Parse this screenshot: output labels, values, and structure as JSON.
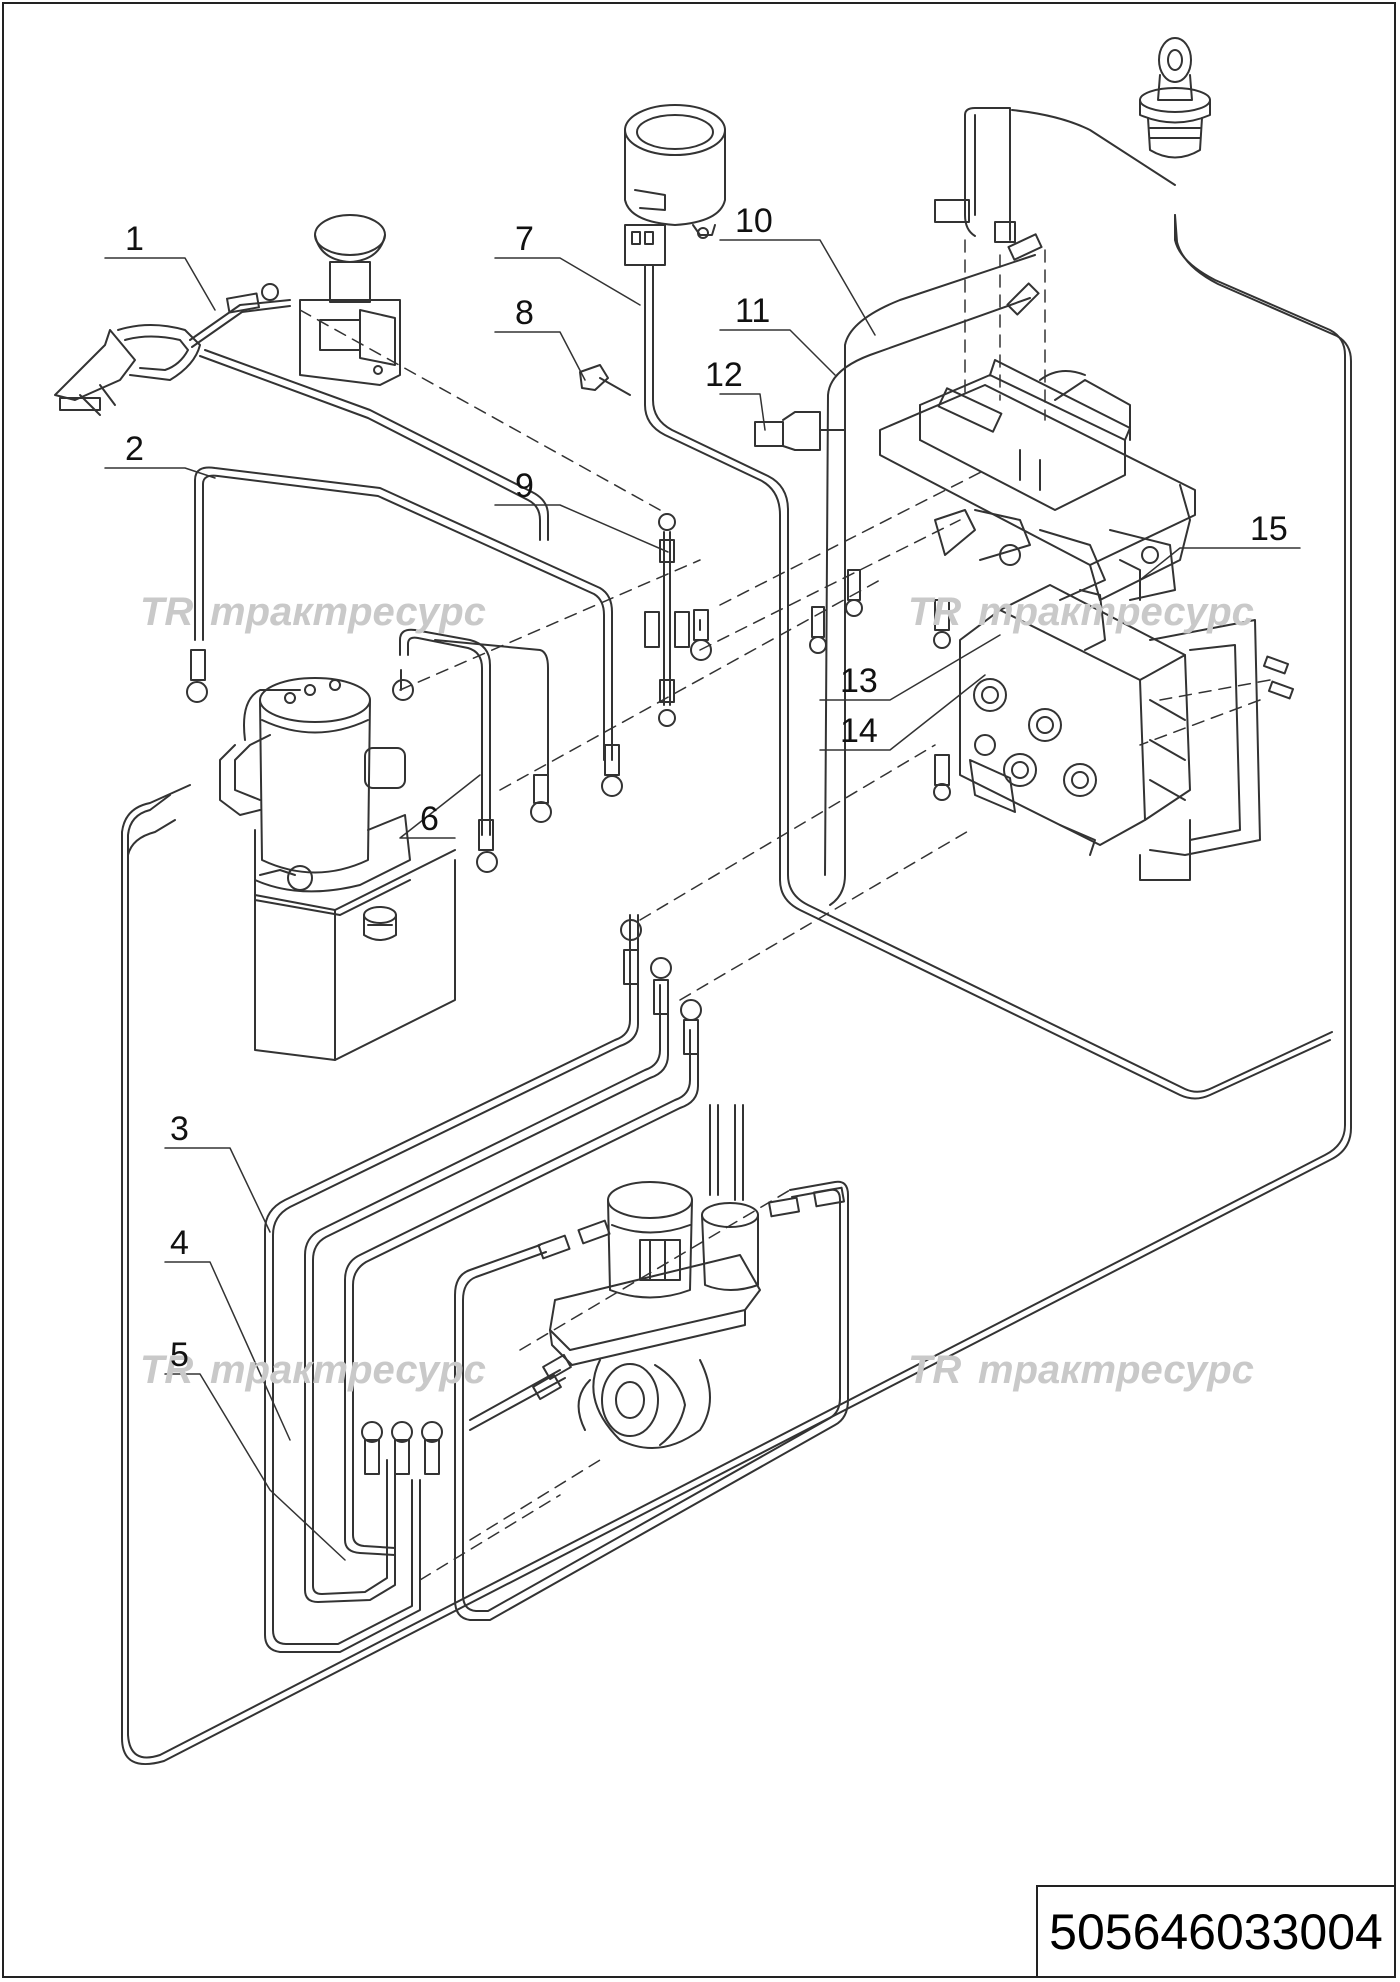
{
  "callouts": [
    "1",
    "2",
    "3",
    "4",
    "5",
    "6",
    "7",
    "8",
    "9",
    "10",
    "11",
    "12",
    "13",
    "14",
    "15"
  ],
  "watermarks": [
    "трактресурс",
    "трактресурс",
    "трактресурс",
    "трактресурс"
  ],
  "part_number": "505646033004"
}
